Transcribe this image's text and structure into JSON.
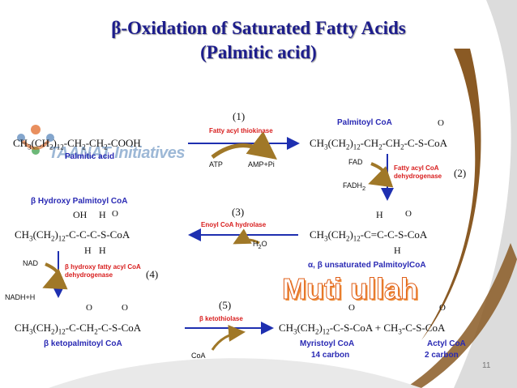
{
  "title": {
    "line1": "β-Oxidation of Saturated Fatty Acids",
    "line2": "(Palmitic acid)"
  },
  "watermarks": {
    "org": "TAANAT Initiatives",
    "author": "Muti ullah"
  },
  "page_number": "11",
  "formulas": {
    "palmitic_acid": "CH3(CH2)12-CH2-CH2-COOH",
    "palmitoyl_coa": "CH3(CH2)12-CH2-CH2-C-S-CoA",
    "unsat_coa": "CH3(CH2)12-C=C-C-S-CoA",
    "hydroxy_coa": "CH3(CH2)12-C-C-C-S-CoA",
    "keto_coa": "CH3(CH2)12-C-CH2-C-S-CoA",
    "products": "CH3(CH2)12-C-S-CoA + CH3-C-S-CoA"
  },
  "atoms": {
    "O": "O",
    "H": "H",
    "OH": "OH"
  },
  "names": {
    "palmitic_acid": "Palmitic acid",
    "palmitoyl_coa": "Palmitoyl CoA",
    "unsaturated": "α, β unsaturated PalmitoylCoA",
    "hydroxy": "β Hydroxy Palmitoyl CoA",
    "keto": "β ketopalmitoyl CoA",
    "myristoyl": "Myristoyl CoA",
    "myristoyl_carbon": "14 carbon",
    "actyl": "Actyl CoA",
    "actyl_carbon": "2 carbon"
  },
  "steps": [
    {
      "num": "(1)",
      "enzyme": "Fatty acyl thiokinase",
      "cofactors": [
        "ATP",
        "AMP+Pi"
      ]
    },
    {
      "num": "(2)",
      "enzyme": "Fatty acyl CoA dehydrogenase",
      "cofactors": [
        "FAD",
        "FADH2"
      ]
    },
    {
      "num": "(3)",
      "enzyme": "Enoyl CoA hydrolase",
      "cofactors": [
        "H2O"
      ]
    },
    {
      "num": "(4)",
      "enzyme": "β hydroxy fatty acyl CoA dehydrogenase",
      "cofactors": [
        "NAD",
        "NADH+H"
      ]
    },
    {
      "num": "(5)",
      "enzyme": "β ketothiolase",
      "cofactors": [
        "CoA"
      ]
    }
  ],
  "colors": {
    "title": "#1d1d8c",
    "enzyme": "#d81e1e",
    "name": "#2a2ab4",
    "arrow": "#1e2fb0",
    "cofactor_arrow": "#a07828",
    "decor_brown": "#8a5a24",
    "decor_gray": "#dcdcdc"
  }
}
